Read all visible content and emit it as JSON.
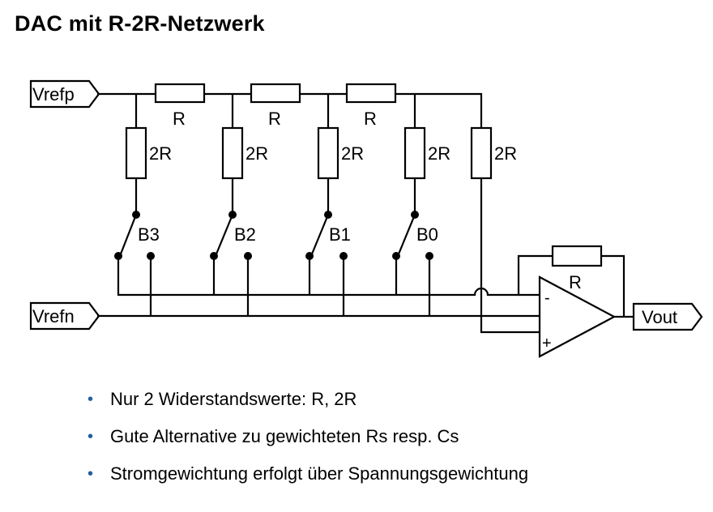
{
  "title": "DAC mit R-2R-Netzwerk",
  "diagram": {
    "ports": {
      "vrefp": "Vrefp",
      "vrefn": "Vrefn",
      "vout": "Vout"
    },
    "resistors": {
      "series_1": "R",
      "series_2": "R",
      "series_3": "R",
      "shunt_1": "2R",
      "shunt_2": "2R",
      "shunt_3": "2R",
      "shunt_4": "2R",
      "shunt_5": "2R",
      "feedback": "R"
    },
    "switches": {
      "s1": "B3",
      "s2": "B2",
      "s3": "B1",
      "s4": "B0"
    },
    "opamp": {
      "minus": "-",
      "plus": "+"
    }
  },
  "bullets": [
    "Nur 2 Widerstandswerte: R, 2R",
    "Gute Alternative zu gewichteten Rs resp. Cs",
    "Stromgewichtung erfolgt über Spannungsgewichtung"
  ]
}
